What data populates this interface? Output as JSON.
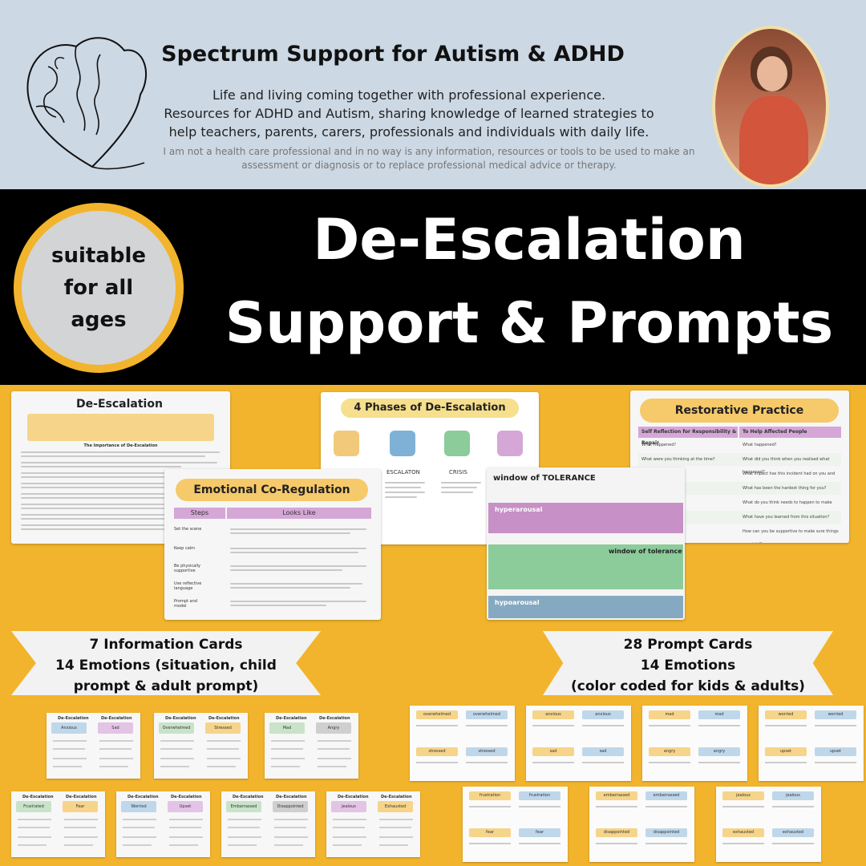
{
  "header": {
    "brand": "Spectrum Support for Autism & ADHD",
    "tagline_lines": [
      "Life and living coming together with professional experience.",
      "Resources for ADHD and Autism, sharing knowledge of learned strategies to",
      "help teachers, parents, carers, professionals and individuals with daily life."
    ],
    "disclaimer": "I am not a health care professional and in no way is any information, resources or tools to be used to make an assessment or diagnosis or to replace professional medical advice or therapy."
  },
  "badge": {
    "lines": [
      "suitable",
      "for all",
      "ages"
    ]
  },
  "title": {
    "line1": "De-Escalation",
    "line2": "Support & Prompts"
  },
  "previews": {
    "deescalation": {
      "title": "De-Escalation",
      "subhead": "The Importance of De-Escalation"
    },
    "phases": {
      "title": "4 Phases of De-Escalation",
      "labels": [
        "ESCALATON",
        "CRISIS"
      ]
    },
    "restorative": {
      "title": "Restorative Practice",
      "col1": "Self Reflection for Responsibility & Repair",
      "col2": "To Help Affected People",
      "rows": [
        [
          "What Happened?",
          "What happened?"
        ],
        [
          "What were you thinking at the time?",
          "What did you think when you realised what happened?"
        ],
        [
          "",
          "What impact has this incident had on you and others?"
        ],
        [
          "",
          "What has been the hardest thing for you?"
        ],
        [
          "",
          "What do you think needs to happen to make things right?"
        ],
        [
          "",
          "What have you learned from this situation?"
        ],
        [
          "",
          "How can you be supportive to make sure things are right?"
        ]
      ]
    },
    "coregulation": {
      "title": "Emotional Co-Regulation",
      "col1": "Steps",
      "col2": "Looks Like",
      "steps": [
        "Set the scene",
        "Keep calm",
        "Be physically supportive",
        "Use reflective language",
        "Prompt and model"
      ]
    },
    "window": {
      "title": "window of TOLERANCE",
      "zones": [
        "hyperarousal",
        "window of tolerance",
        "hypoarousal"
      ]
    }
  },
  "ribbons": {
    "left": [
      "7 Information Cards",
      "14 Emotions (situation, child",
      "prompt & adult prompt)"
    ],
    "right": [
      "28 Prompt Cards",
      "14 Emotions",
      "(color coded for kids & adults)"
    ]
  },
  "info_cards": [
    {
      "left": "Anxious",
      "right": "Sad"
    },
    {
      "left": "Overwhelmed",
      "right": "Stressed"
    },
    {
      "left": "Mad",
      "right": "Angry"
    },
    {
      "left": "Frustrated",
      "right": "Fear"
    },
    {
      "left": "Worried",
      "right": "Upset"
    },
    {
      "left": "Embarrassed",
      "right": "Disappointed"
    },
    {
      "left": "Jealous",
      "right": "Exhausted"
    }
  ],
  "info_card_header": "De-Escalation",
  "prompt_cards": [
    {
      "top": "overwhelmed",
      "bottom": "stressed"
    },
    {
      "top": "anxious",
      "bottom": "sad"
    },
    {
      "top": "mad",
      "bottom": "angry"
    },
    {
      "top": "worried",
      "bottom": "upset"
    },
    {
      "top": "frustration",
      "bottom": "fear"
    },
    {
      "top": "embarrassed",
      "bottom": "disappointed"
    },
    {
      "top": "jealous",
      "bottom": "exhausted"
    }
  ],
  "colors": {
    "header_bg": "#CCD8E4",
    "page_bg": "#F2B42C",
    "band_bg": "#000000",
    "purple_accent": "#D5A7D7",
    "yellow_accent": "#F6C96A"
  }
}
